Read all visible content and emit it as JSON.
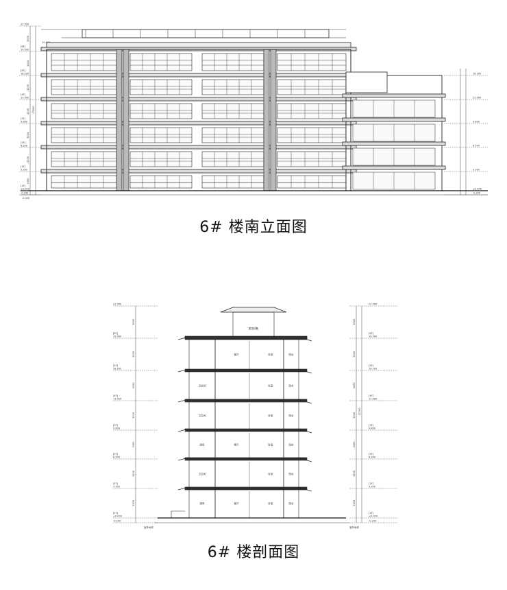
{
  "elevation": {
    "caption": "6# 楼南立面图",
    "levels": [
      {
        "tag": "",
        "elev": "22.500"
      },
      {
        "tag": "[6F]",
        "elev": "19.500"
      },
      {
        "tag": "[5F]",
        "elev": "16.200"
      },
      {
        "tag": "[4F]",
        "elev": "13.000"
      },
      {
        "tag": "[3F]",
        "elev": "9.800"
      },
      {
        "tag": "[2F]",
        "elev": "6.500"
      },
      {
        "tag": "[1F]",
        "elev": "3.300"
      },
      {
        "tag": "[1F]",
        "elev": "±0.000"
      },
      {
        "tag": "",
        "elev": "-0.200"
      }
    ],
    "level_marks": [
      "22.500",
      "19.500",
      "16.200",
      "13.000",
      "9.800",
      "6.500",
      "3.300",
      "±0.000",
      "-0.200"
    ],
    "right_level_marks": [
      "16.200",
      "13.000",
      "9.800",
      "6.500",
      "3.300",
      "±0.000",
      "-0.200"
    ],
    "top_label": "19.500",
    "dims": [
      "3000",
      "3300",
      "3200",
      "3200",
      "3300",
      "3200",
      "3300"
    ],
    "total_dim": "22500"
  },
  "section": {
    "caption": "6# 楼剖面图",
    "levels": [
      {
        "tag": "",
        "elev": "22.500"
      },
      {
        "tag": "[6F]",
        "elev": "19.500"
      },
      {
        "tag": "[5F]",
        "elev": "16.200"
      },
      {
        "tag": "[4F]",
        "elev": "13.000"
      },
      {
        "tag": "[3F]",
        "elev": "9.800"
      },
      {
        "tag": "[2F]",
        "elev": "6.500"
      },
      {
        "tag": "[1F]",
        "elev": "3.300"
      },
      {
        "tag": "[1F]",
        "elev": "±0.000"
      },
      {
        "tag": "",
        "elev": "-0.200"
      }
    ],
    "dims": [
      "3000",
      "3300",
      "3200",
      "3200",
      "3300",
      "3200",
      "3300"
    ],
    "total_dim": "22700",
    "ground_note": "室外地坪",
    "rooms": [
      {
        "floor": 6,
        "left": "",
        "mid": "客厅",
        "right": "卧室",
        "far": "阳台"
      },
      {
        "floor": 5,
        "left": "卫生间",
        "mid": "",
        "right": "卧室",
        "far": "阳台"
      },
      {
        "floor": 4,
        "left": "卫生间",
        "mid": "",
        "right": "卧室",
        "far": "阳台"
      },
      {
        "floor": 3,
        "left": "厨房",
        "mid": "客厅",
        "right": "卧室",
        "far": "阳台"
      },
      {
        "floor": 2,
        "left": "卫生间",
        "mid": "",
        "right": "卧室",
        "far": "阳台"
      },
      {
        "floor": 1,
        "left": "厨房",
        "mid": "客厅",
        "right": "卧室",
        "far": "阳台"
      }
    ],
    "roof_label": "屋顶设备"
  }
}
